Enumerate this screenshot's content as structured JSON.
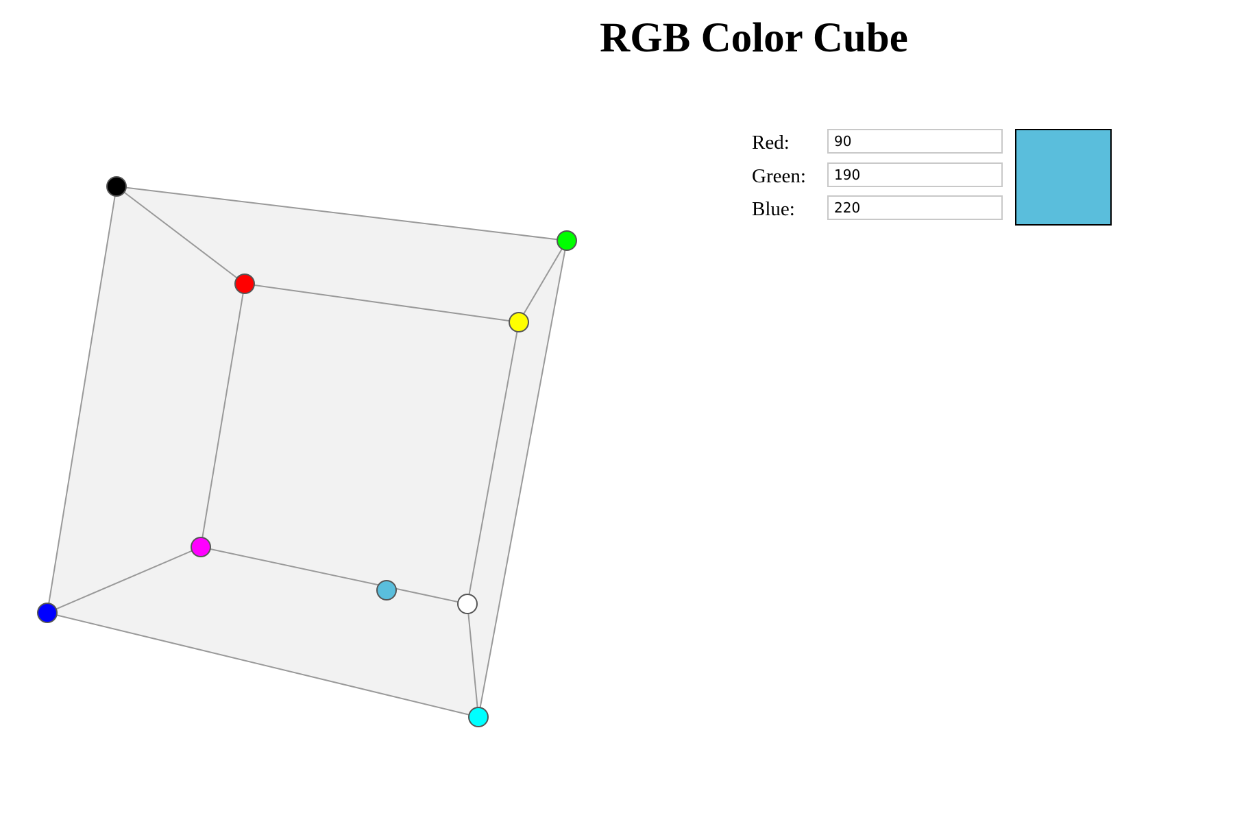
{
  "header": {
    "title": "RGB Color Cube"
  },
  "controls": {
    "red": {
      "label": "Red:",
      "value": "90"
    },
    "green": {
      "label": "Green:",
      "value": "190"
    },
    "blue": {
      "label": "Blue:",
      "value": "220"
    }
  },
  "swatch": {
    "color": "#5abedc"
  },
  "cube": {
    "face_color": "#f2f2f2",
    "edge_color": "#999999",
    "vertex_colors": {
      "black": "#000000",
      "red": "#ff0000",
      "green": "#00ff00",
      "yellow": "#ffff00",
      "blue": "#0000ff",
      "magenta": "#ff00ff",
      "cyan": "#00ffff",
      "white": "#ffffff"
    },
    "selected_color": "#5abedc"
  }
}
